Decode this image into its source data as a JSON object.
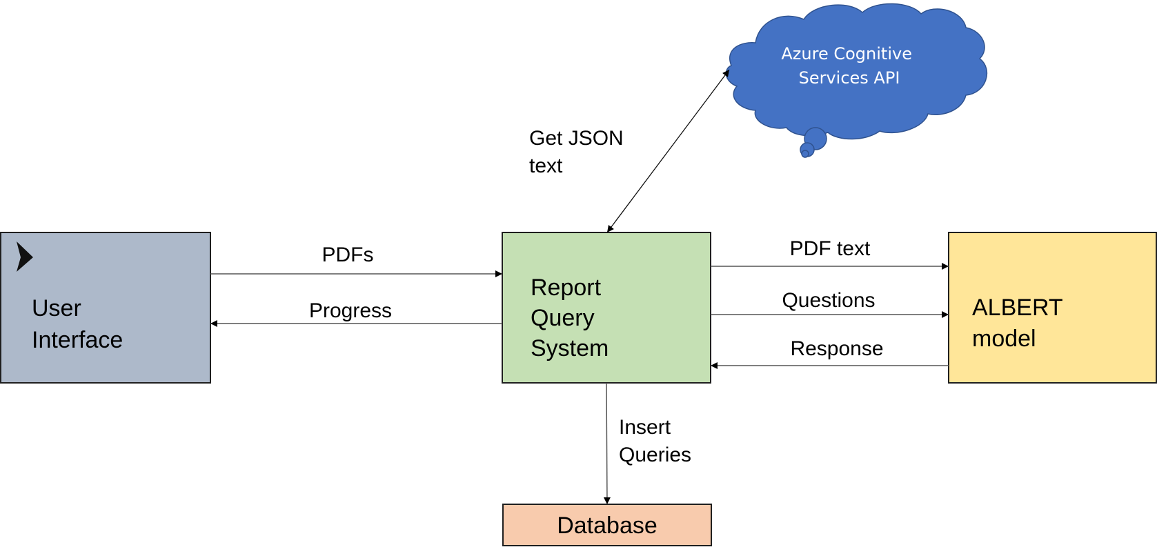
{
  "nodes": {
    "user_interface": {
      "lines": [
        "User",
        "Interface"
      ],
      "fill": "#adb9ca"
    },
    "report_query_system": {
      "lines": [
        "Report",
        "Query",
        "System"
      ],
      "fill": "#c5e0b4"
    },
    "albert_model": {
      "lines": [
        "ALBERT",
        "model"
      ],
      "fill": "#ffe699"
    },
    "database": {
      "label": "Database",
      "fill": "#f8cbad"
    },
    "azure": {
      "lines": [
        "Azure Cognitive",
        "Services API"
      ],
      "fill": "#4472c4"
    }
  },
  "edges": {
    "pdfs": "PDFs",
    "progress": "Progress",
    "pdf_text": "PDF text",
    "questions": "Questions",
    "response": "Response",
    "get_json": [
      "Get JSON",
      "text"
    ],
    "insert_queries": [
      "Insert",
      "Queries"
    ]
  },
  "icons": {
    "logo": "chevron-logo-icon"
  }
}
